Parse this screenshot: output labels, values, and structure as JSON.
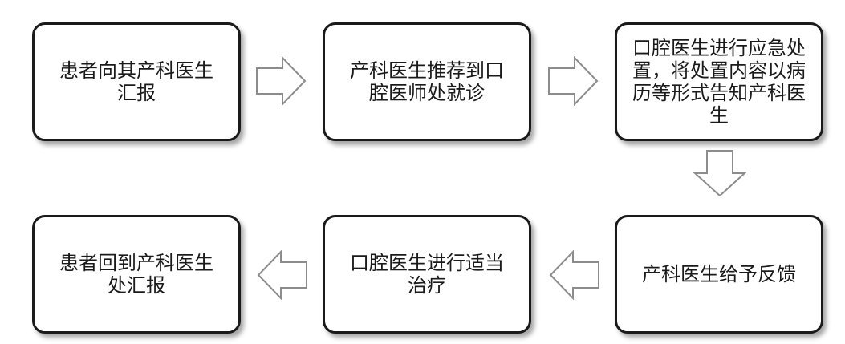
{
  "steps": [
    {
      "label": "患者向其产科医生汇报"
    },
    {
      "label": "产科医生推荐到口腔医师处就诊"
    },
    {
      "label": "口腔医生进行应急处置，将处置内容以病历等形式告知产科医生"
    },
    {
      "label": "产科医生给予反馈"
    },
    {
      "label": "口腔医生进行适当治疗"
    },
    {
      "label": "患者回到产科医生处汇报"
    }
  ],
  "colors": {
    "border": "#1a1a1a",
    "arrow_stroke": "#8c8c8c",
    "background": "#ffffff"
  },
  "icons": {
    "flow_arrow": "hollow-block-arrow-icon"
  }
}
